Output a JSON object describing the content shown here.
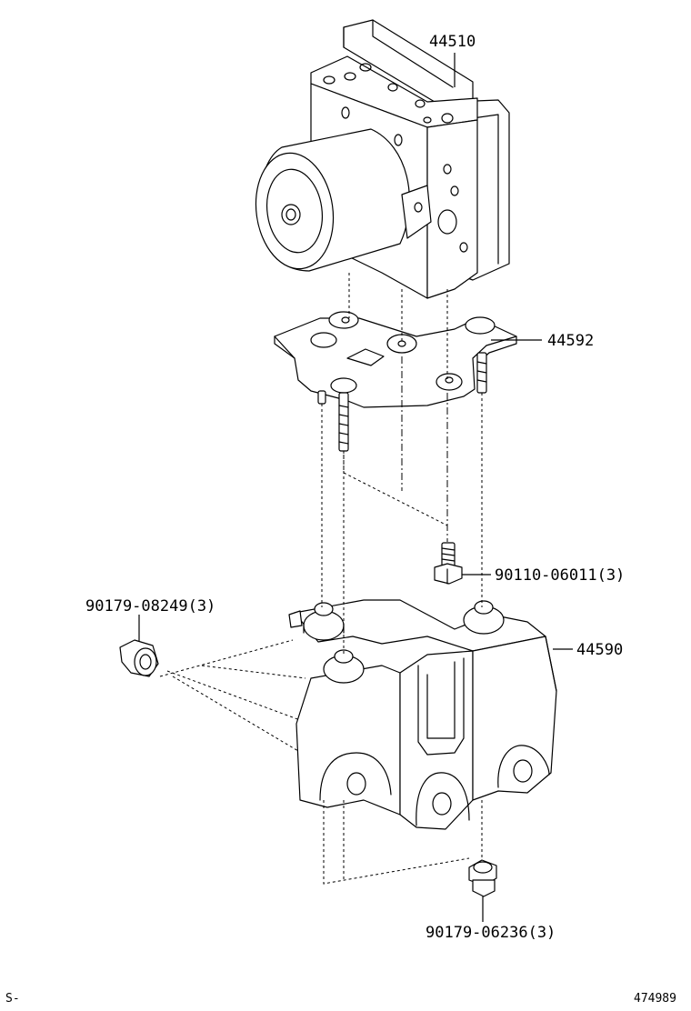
{
  "parts": {
    "actuator": "44510",
    "bracket": "44592",
    "bolt": "90110-06011(3)",
    "nut_left": "90179-08249(3)",
    "lower_bracket": "44590",
    "nut_bottom": "90179-06236(3)"
  },
  "footer": {
    "left_code": "S-",
    "right_code": "474989"
  }
}
